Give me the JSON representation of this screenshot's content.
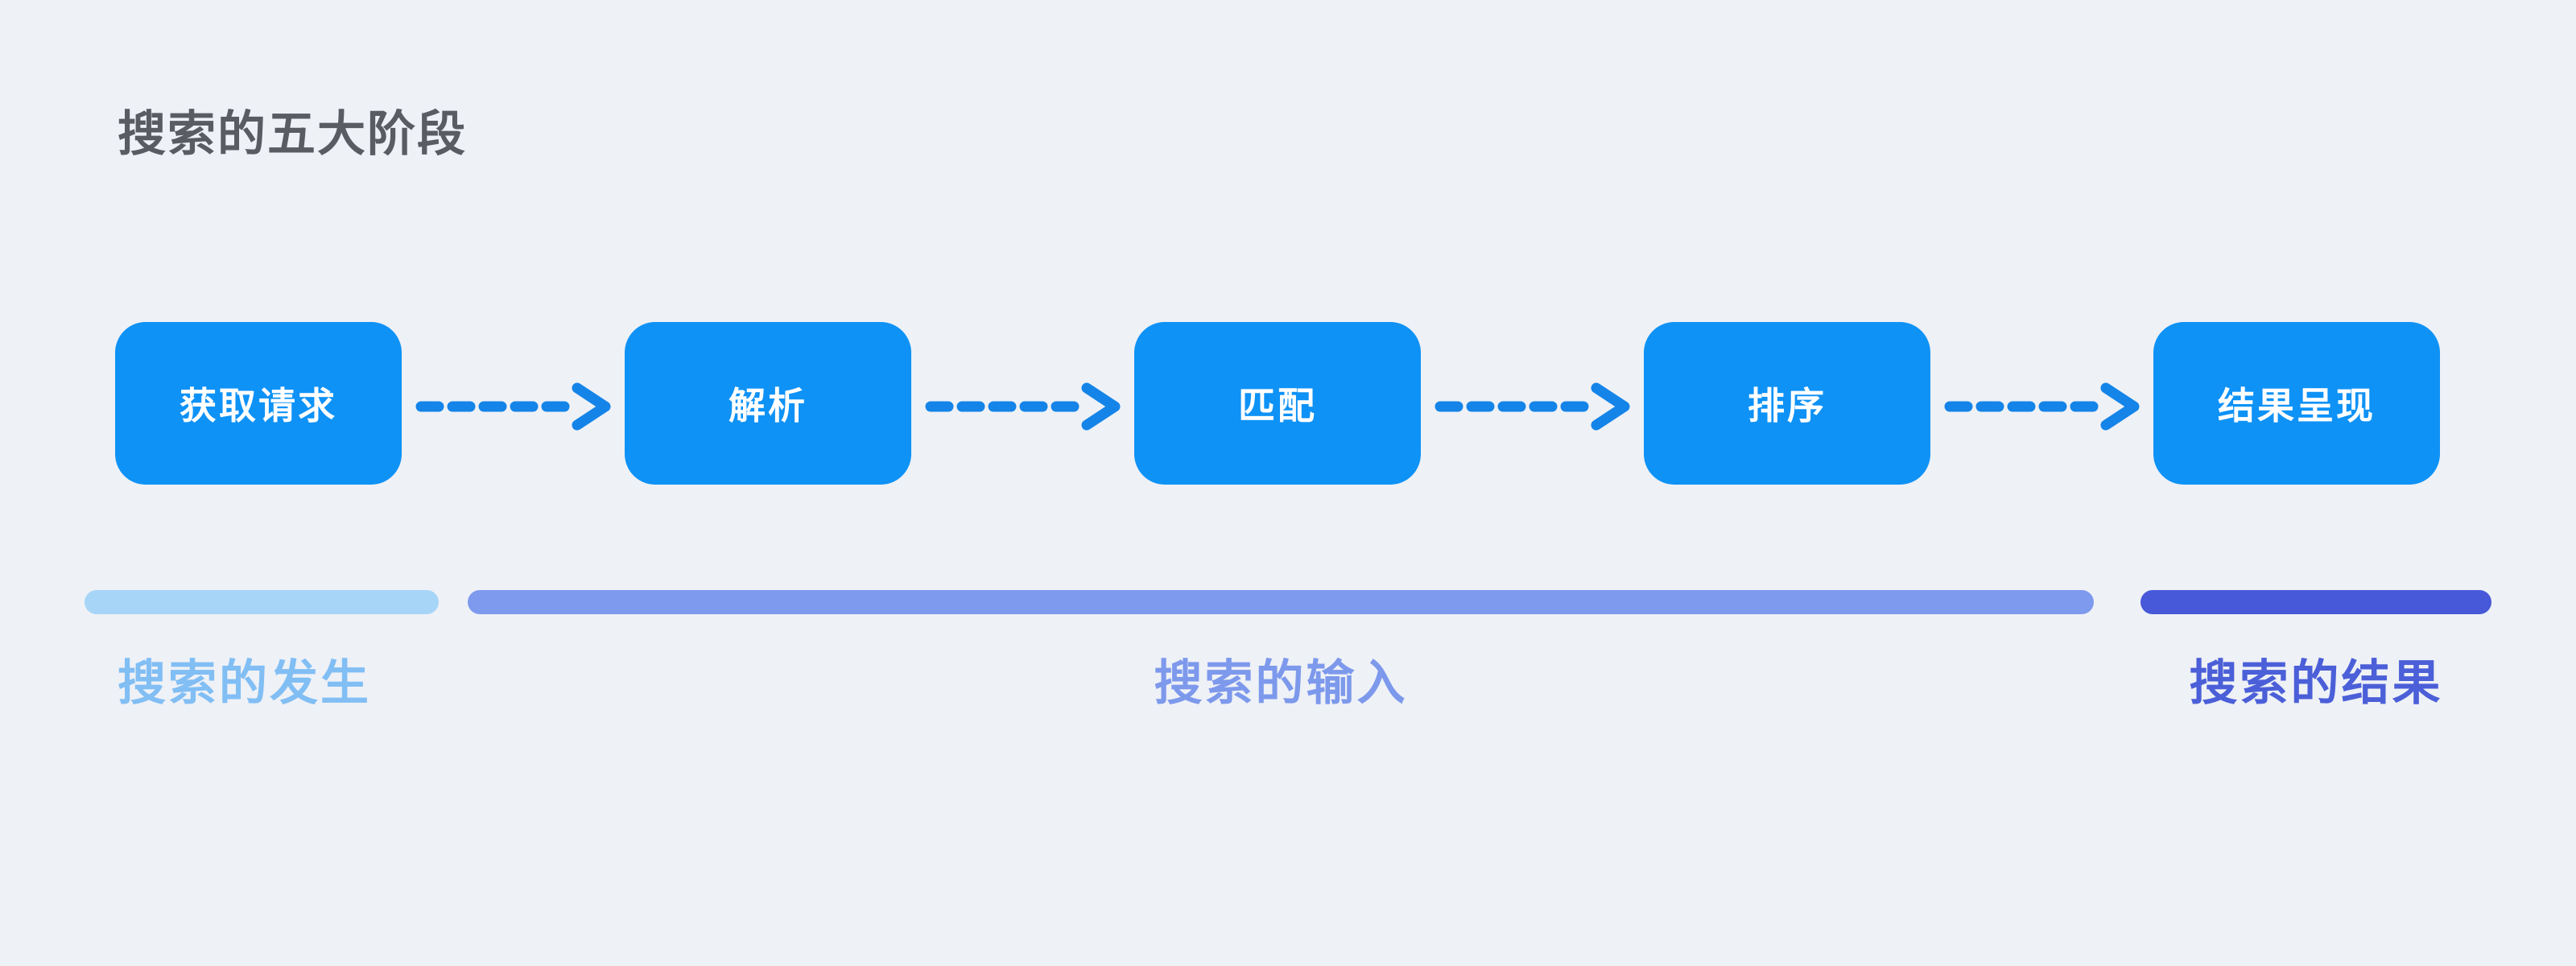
{
  "page": {
    "background_color": "#EEF1F6",
    "title": "搜索的五大阶段",
    "title_color": "#595C63"
  },
  "flow": {
    "box_color": "#0E92F6",
    "box_text_color": "#FFFFFF",
    "arrow_color": "#1484E8",
    "stages": [
      {
        "label": "获取请求"
      },
      {
        "label": "解析"
      },
      {
        "label": "匹配"
      },
      {
        "label": "排序"
      },
      {
        "label": "结果呈现"
      }
    ]
  },
  "phases": [
    {
      "label": "搜索的发生",
      "bar_color": "#A7D5F8",
      "label_color": "#81BEF4"
    },
    {
      "label": "搜索的输入",
      "bar_color": "#7E9AEE",
      "label_color": "#7D99EC"
    },
    {
      "label": "搜索的结果",
      "bar_color": "#4759D8",
      "label_color": "#4B5FD8"
    }
  ]
}
